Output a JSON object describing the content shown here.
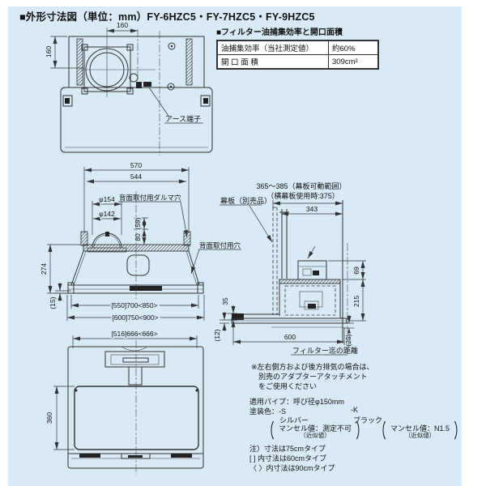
{
  "page": {
    "title": "■外形寸法図（単位：mm）FY-6HZC5・FY-7HZC5・FY-9HZC5"
  },
  "colors": {
    "background": "#d8eaf6",
    "line": "#333333",
    "text": "#111111"
  },
  "filter_table": {
    "title": "■フィルター油捕集効率と開口面積",
    "rows": [
      {
        "label": "油捕集効率（当社測定値）",
        "value": "約60%"
      },
      {
        "label": "開 口 面 積",
        "value": "309cm²"
      }
    ]
  },
  "top_view": {
    "dim_top_width": "160",
    "dim_left_height": "160",
    "earth_label": "アース端子"
  },
  "front_view": {
    "dim_overall": "570",
    "dim_inner": "544",
    "dim_phi_outer": "φ154",
    "dim_phi_inner": "φ142",
    "keyhole_label": "背面取付用ダルマ穴",
    "back_hole_label": "背面取付用穴",
    "dim_59": "(59)",
    "dim_80": "80",
    "dim_274": "274",
    "dim_15": "(15)",
    "dim_width_inner": "[550]700<850>",
    "dim_width_outer": "[600]750<900>"
  },
  "bottom_view": {
    "dim_opening": "[516]666<666>",
    "dim_depth": "360"
  },
  "side_view": {
    "dim_range": "365〜385（幕板可動範囲）",
    "dim_range_note": "（横幕板使用時:375）",
    "dim_343": "343",
    "makuita_label": "幕板（別売品）",
    "dim_69": "69",
    "dim_215": "215",
    "dim_25": "(25)",
    "dim_35": "35",
    "dim_12": "(12)",
    "dim_600": "600",
    "filter_label": "フィルター迄の距離"
  },
  "notes": {
    "exhaust_1": "※左右側方および後方排気の場合は、",
    "exhaust_2": "別売のアダプターアタッチメント",
    "exhaust_3": "をご使用ください",
    "pipe": "適用パイプ：呼び径φ150mm",
    "color_row": "塗装色：-S",
    "color_k": "-K",
    "silver": "シルバー",
    "black": "ブラック",
    "munsell_s": "マンセル値：測定不可",
    "munsell_k": "マンセル値：N1.5",
    "approx_s": "（近似値）",
    "approx_k": "（近似値）",
    "note_75": "注）寸法は75cmタイプ",
    "note_60": "[ ] 内寸法は60cmタイプ",
    "note_90": "〈 〉内寸法は90cmタイプ"
  }
}
